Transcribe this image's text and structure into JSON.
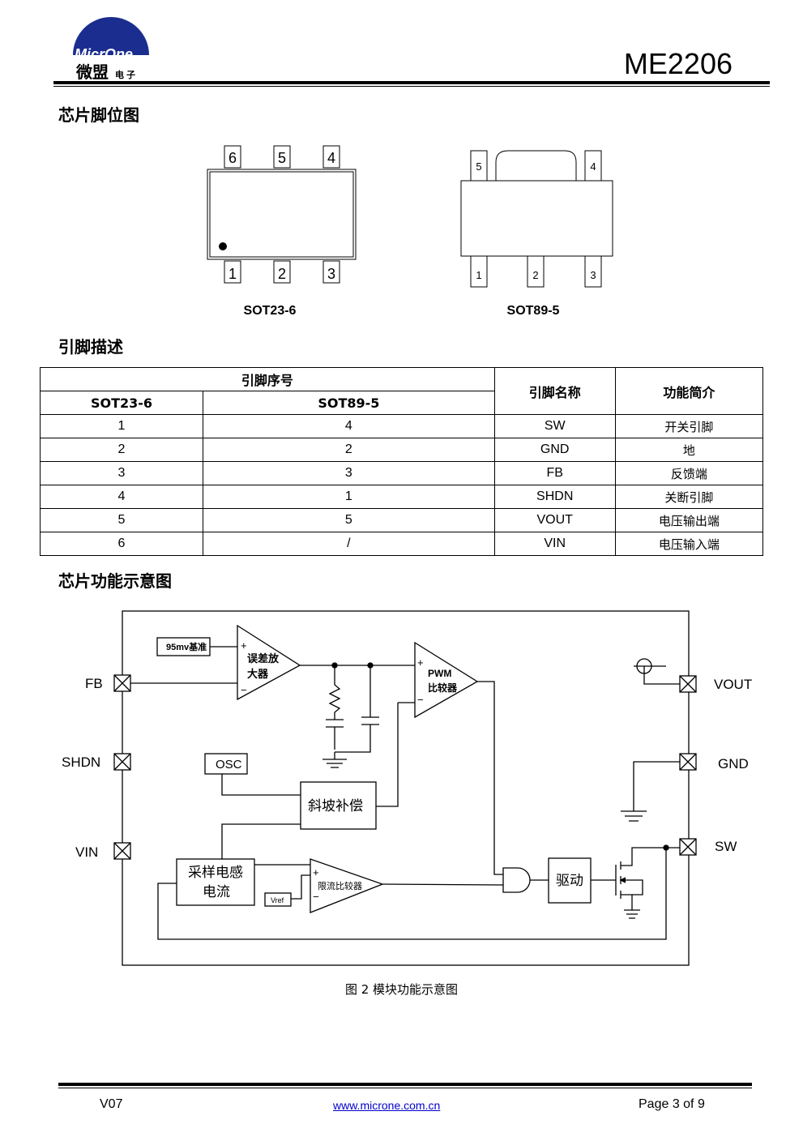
{
  "header": {
    "logo_en": "MicrOne",
    "logo_cn": "微盟",
    "logo_sub": "电 子",
    "doc_title": "ME2206"
  },
  "sections": {
    "pinout_title": "芯片脚位图",
    "pin_desc_title": "引脚描述",
    "block_title": "芯片功能示意图"
  },
  "packages": {
    "sot23": {
      "name": "SOT23-6",
      "top_pins": [
        "6",
        "5",
        "4"
      ],
      "bottom_pins": [
        "1",
        "2",
        "3"
      ]
    },
    "sot89": {
      "name": "SOT89-5",
      "top_pins": [
        "5",
        "4"
      ],
      "bottom_pins": [
        "1",
        "2",
        "3"
      ]
    }
  },
  "pin_table": {
    "group_header": "引脚序号",
    "col_sot23": "SOT23-6",
    "col_sot89": "SOT89-5",
    "col_name": "引脚名称",
    "col_func": "功能简介",
    "rows": [
      {
        "sot23": "1",
        "sot89": "4",
        "name": "SW",
        "func": "开关引脚"
      },
      {
        "sot23": "2",
        "sot89": "2",
        "name": "GND",
        "func": "地"
      },
      {
        "sot23": "3",
        "sot89": "3",
        "name": "FB",
        "func": "反馈端"
      },
      {
        "sot23": "4",
        "sot89": "1",
        "name": "SHDN",
        "func": "关断引脚"
      },
      {
        "sot23": "5",
        "sot89": "5",
        "name": "VOUT",
        "func": "电压输出端"
      },
      {
        "sot23": "6",
        "sot89": "/",
        "name": "VIN",
        "func": "电压输入端"
      }
    ]
  },
  "block": {
    "pins_left": [
      "FB",
      "SHDN",
      "VIN"
    ],
    "pins_right": [
      "VOUT",
      "GND",
      "SW"
    ],
    "ref": "95mv基准",
    "err_amp_1": "误差放",
    "err_amp_2": "大器",
    "pwm_1": "PWM",
    "pwm_2": "比较器",
    "osc": "OSC",
    "slope": "斜坡补偿",
    "sense_1": "采样电感",
    "sense_2": "电流",
    "vref": "Vref",
    "limit": "限流比较器",
    "driver": "驱动",
    "plus": "+",
    "minus": "−"
  },
  "caption": "图 2  模块功能示意图",
  "footer": {
    "version": "V07",
    "url": "www.microne.com.cn",
    "page": "Page 3 of 9"
  }
}
